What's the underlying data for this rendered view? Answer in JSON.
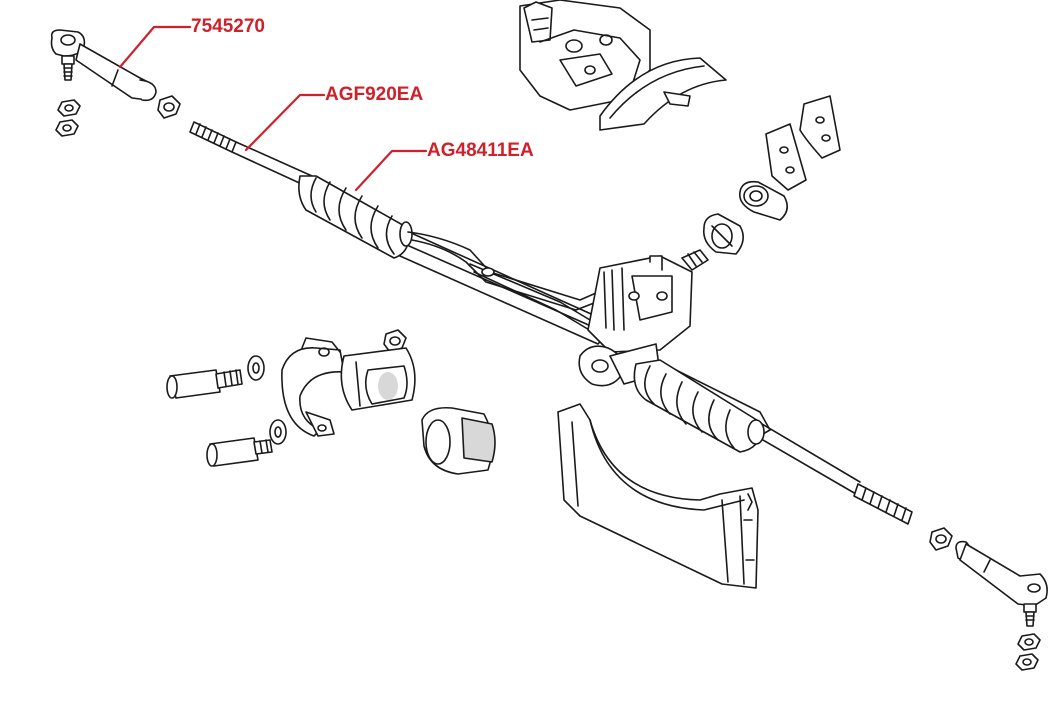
{
  "diagram": {
    "line_color": "#1a1a1a",
    "fill_color": "#ffffff",
    "shade_color": "#d8d8d8"
  },
  "callouts": {
    "color": "#d0202a",
    "items": [
      {
        "id": "tie-rod-end",
        "label": "7545270"
      },
      {
        "id": "inner-tie-rod",
        "label": "AGF920EA"
      },
      {
        "id": "rack-boot",
        "label": "AG48411EA"
      }
    ]
  }
}
